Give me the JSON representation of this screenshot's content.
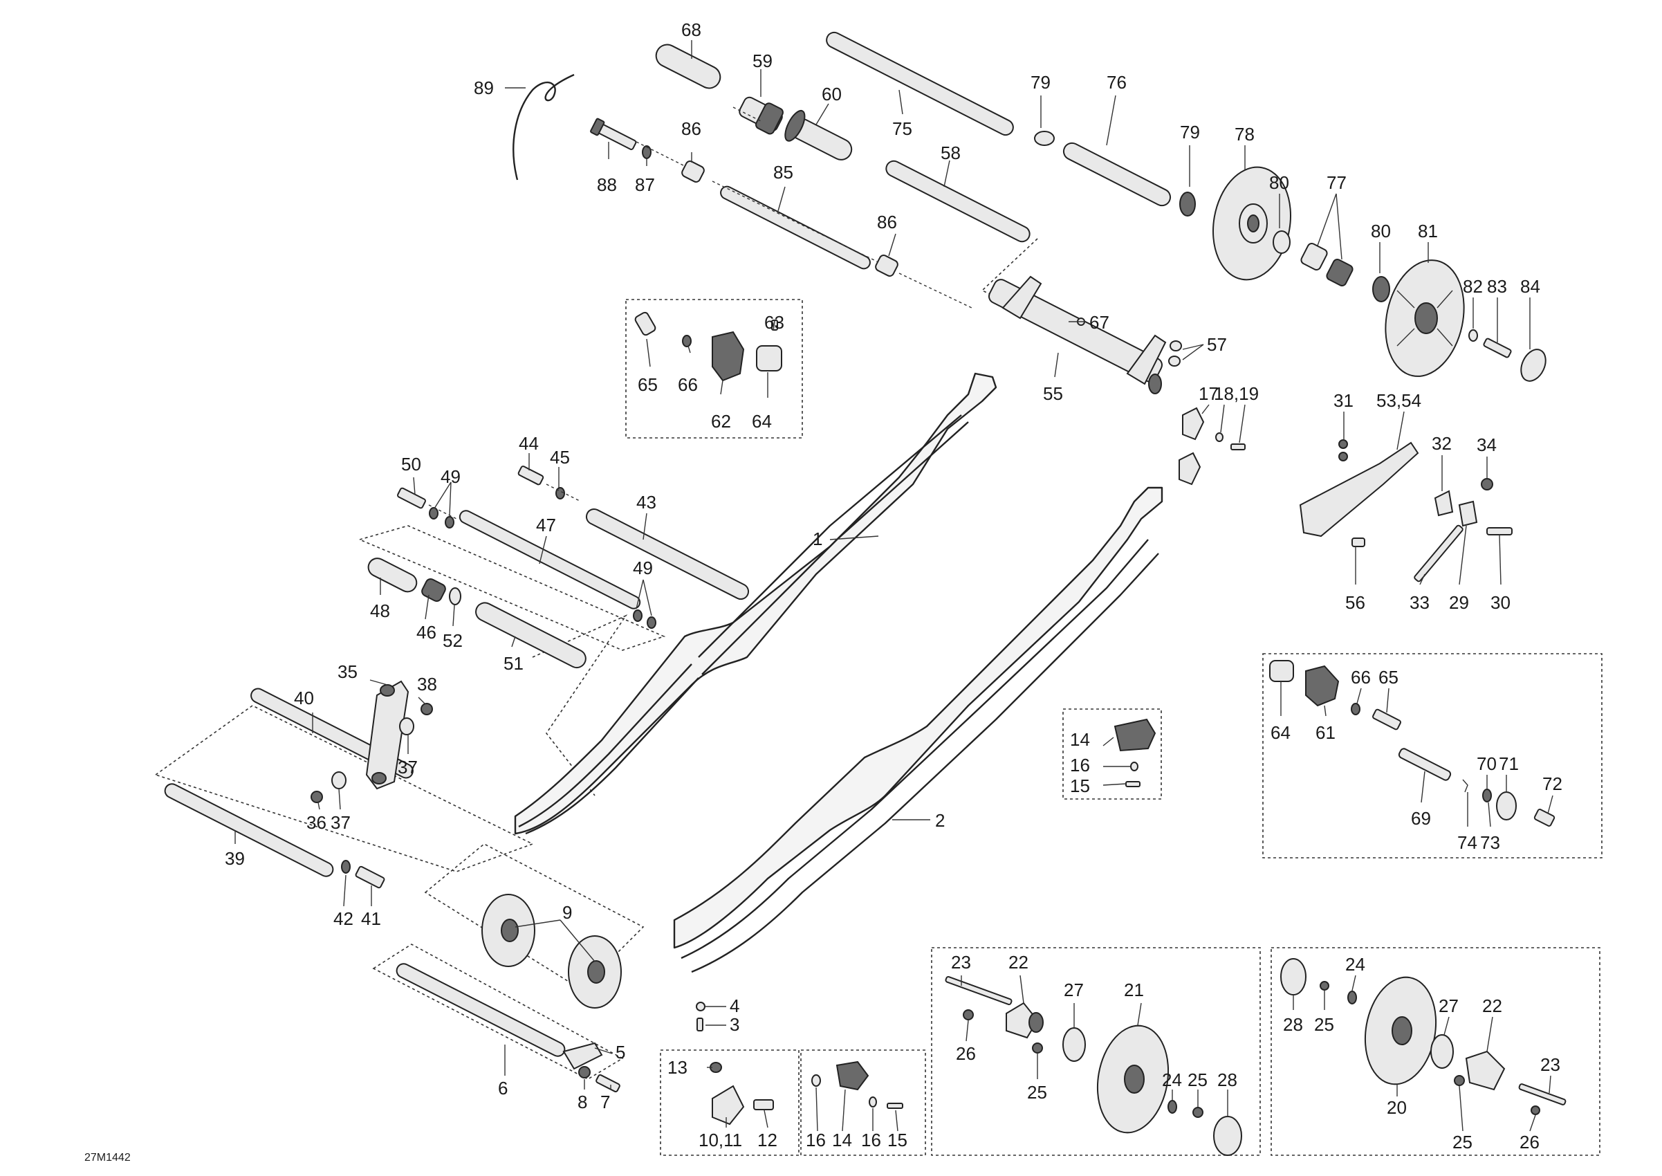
{
  "diagram_code": "27M1442",
  "labels": {
    "l1": "1",
    "l2": "2",
    "l3": "3",
    "l4": "4",
    "l5": "5",
    "l6": "6",
    "l7": "7",
    "l8": "8",
    "l9": "9",
    "l10_11": "10,11",
    "l12": "12",
    "l13": "13",
    "l14a": "14",
    "l14b": "14",
    "l15a": "15",
    "l15b": "15",
    "l16a": "16",
    "l16b": "16",
    "l16c": "16",
    "l17": "17",
    "l18_19": "18,19",
    "l20": "20",
    "l21": "21",
    "l22a": "22",
    "l22b": "22",
    "l23a": "23",
    "l23b": "23",
    "l24a": "24",
    "l24b": "24",
    "l25a": "25",
    "l25b": "25",
    "l25c": "25",
    "l25d": "25",
    "l26a": "26",
    "l26b": "26",
    "l27a": "27",
    "l27b": "27",
    "l28a": "28",
    "l28b": "28",
    "l29": "29",
    "l30": "30",
    "l31": "31",
    "l32": "32",
    "l33": "33",
    "l34": "34",
    "l35": "35",
    "l36": "36",
    "l37a": "37",
    "l37b": "37",
    "l38": "38",
    "l39": "39",
    "l40": "40",
    "l41": "41",
    "l42": "42",
    "l43": "43",
    "l44": "44",
    "l45": "45",
    "l46": "46",
    "l47": "47",
    "l48": "48",
    "l49a": "49",
    "l49b": "49",
    "l50": "50",
    "l51": "51",
    "l52": "52",
    "l53_54": "53,54",
    "l55": "55",
    "l56": "56",
    "l57": "57",
    "l58": "58",
    "l59": "59",
    "l60": "60",
    "l61": "61",
    "l62": "62",
    "l63": "63",
    "l64a": "64",
    "l64b": "64",
    "l65a": "65",
    "l65b": "65",
    "l66a": "66",
    "l66b": "66",
    "l67": "67",
    "l68": "68",
    "l69": "69",
    "l70": "70",
    "l71": "71",
    "l72": "72",
    "l73": "73",
    "l74": "74",
    "l75": "75",
    "l76": "76",
    "l77": "77",
    "l78": "78",
    "l79a": "79",
    "l79b": "79",
    "l80a": "80",
    "l80b": "80",
    "l81": "81",
    "l82": "82",
    "l83": "83",
    "l84": "84",
    "l85": "85",
    "l86a": "86",
    "l86b": "86",
    "l87": "87",
    "l88": "88",
    "l89": "89"
  }
}
